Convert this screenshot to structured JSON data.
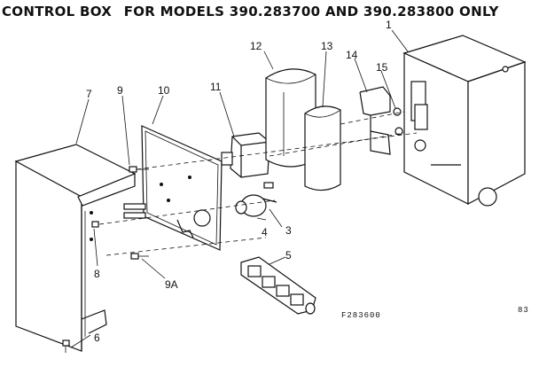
{
  "title": {
    "prefix": "CONTROL BOX",
    "text": "FOR MODELS 390.283700 AND 390.283800 ONLY"
  },
  "callouts": [
    {
      "id": "1",
      "text": "1"
    },
    {
      "id": "3",
      "text": "3"
    },
    {
      "id": "4",
      "text": "4"
    },
    {
      "id": "5",
      "text": "5"
    },
    {
      "id": "6",
      "text": "6"
    },
    {
      "id": "7",
      "text": "7"
    },
    {
      "id": "8",
      "text": "8"
    },
    {
      "id": "9",
      "text": "9"
    },
    {
      "id": "9A",
      "text": "9A"
    },
    {
      "id": "10",
      "text": "10"
    },
    {
      "id": "11",
      "text": "11"
    },
    {
      "id": "12",
      "text": "12"
    },
    {
      "id": "13",
      "text": "13"
    },
    {
      "id": "14",
      "text": "14"
    },
    {
      "id": "15",
      "text": "15"
    }
  ],
  "figure_code": "F283600",
  "page_mark": "83"
}
